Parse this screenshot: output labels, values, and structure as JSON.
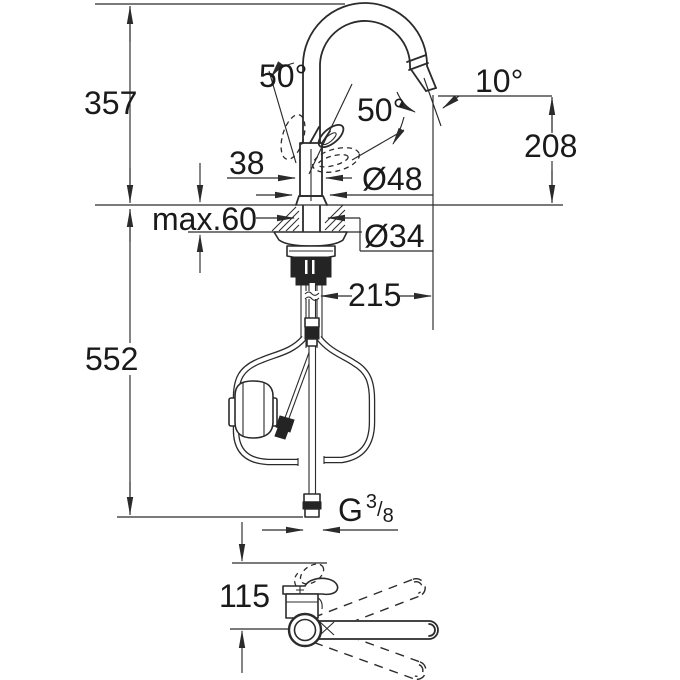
{
  "drawing": {
    "background": "#ffffff",
    "line_color": "#2b2b2b",
    "text_color": "#1a1a1a",
    "dimensions": {
      "height_above_deck": "357",
      "handle_swing_left": "50°",
      "handle_swing_right": "50°",
      "outlet_angle": "10°",
      "outlet_height_above_deck": "208",
      "body_width": "38",
      "base_diameter": "Ø48",
      "max_deck_thickness": "max.60",
      "deck_hole_diameter": "Ø34",
      "spout_reach": "215",
      "hose_length_below_deck": "552",
      "front_view_height": "115",
      "thread": {
        "prefix": "G",
        "numerator": "3",
        "separator": "/",
        "denominator": "8"
      }
    }
  }
}
